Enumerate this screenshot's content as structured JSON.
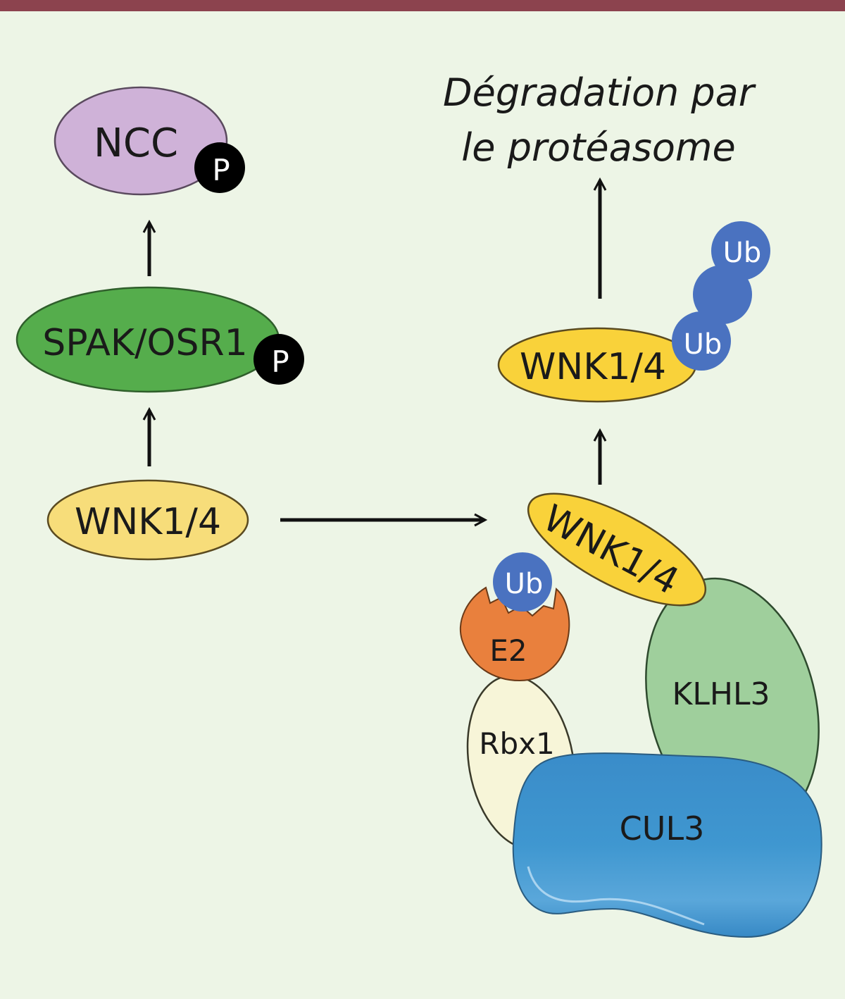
{
  "diagram": {
    "title_line1": "Dégradation par",
    "title_line2": "le protéasome",
    "left_pathway": {
      "ncc": "NCC",
      "ncc_phospho": "P",
      "spak": "SPAK/OSR1",
      "spak_phospho": "P",
      "wnk": "WNK1/4"
    },
    "right_complex": {
      "wnk_bound": "WNK1/4",
      "ub_on_e2": "Ub",
      "e2": "E2",
      "rbx1": "Rbx1",
      "klhl3": "KLHL3",
      "cul3": "CUL3",
      "wnk_ubiquitinated": "WNK1/4",
      "ub_chain_top": "Ub",
      "ub_chain_bottom": "Ub"
    },
    "colors": {
      "background": "#edf5e6",
      "top_bar": "#8c434e",
      "ncc": "#cfb2d8",
      "spak": "#55ad4c",
      "wnk": "#f9d23a",
      "wnk_light": "#f7dd7a",
      "ub": "#4a72c0",
      "e2": "#e9803d",
      "rbx1": "#f7f5d8",
      "klhl3": "#9fcf9c",
      "cul3": "#3d94cf",
      "phospho": "#000000"
    }
  }
}
